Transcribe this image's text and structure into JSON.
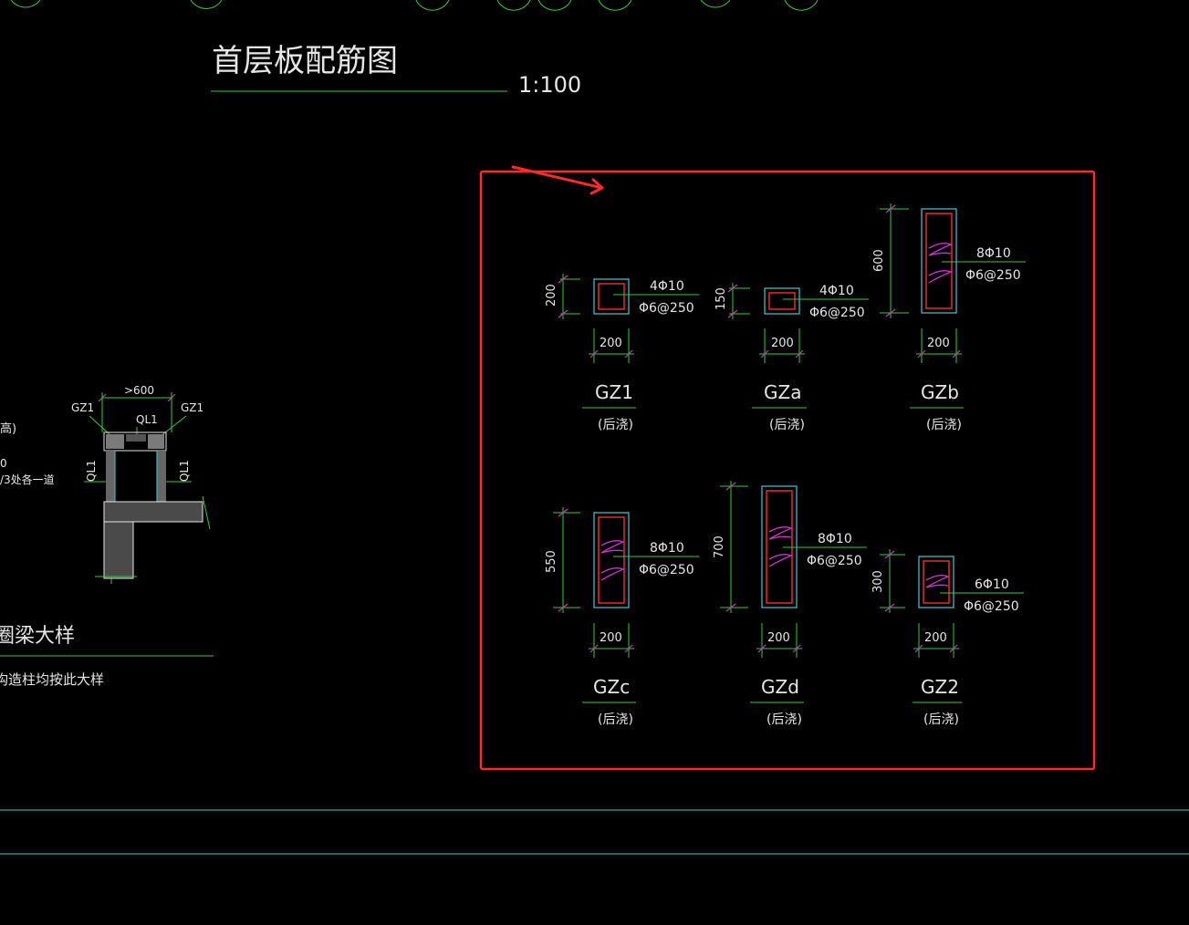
{
  "drawing": {
    "title": "首层板配筋图",
    "scale": "1:100"
  },
  "beam_detail": {
    "width_label": ">600",
    "label_gz1_left": "GZ1",
    "label_gz1_right": "GZ1",
    "label_ql1_top": "QL1",
    "label_ql1_left": "QL1",
    "label_ql1_right": "QL1",
    "title": "圈梁大样",
    "note": "构造柱均按此大样",
    "left_text_1": "高)",
    "left_text_2": "0",
    "left_text_3": "/3处各一道"
  },
  "columns": [
    {
      "name": "GZ1",
      "note": "(后浇)",
      "width": "200",
      "height": "200",
      "main_rebar": "4Φ10",
      "stirrup": "Φ6@250"
    },
    {
      "name": "GZa",
      "note": "(后浇)",
      "width": "200",
      "height": "150",
      "main_rebar": "4Φ10",
      "stirrup": "Φ6@250"
    },
    {
      "name": "GZb",
      "note": "(后浇)",
      "width": "200",
      "height": "600",
      "main_rebar": "8Φ10",
      "stirrup": "Φ6@250"
    },
    {
      "name": "GZc",
      "note": "(后浇)",
      "width": "200",
      "height": "550",
      "main_rebar": "8Φ10",
      "stirrup": "Φ6@250"
    },
    {
      "name": "GZd",
      "note": "(后浇)",
      "width": "200",
      "height": "700",
      "main_rebar": "8Φ10",
      "stirrup": "Φ6@250"
    },
    {
      "name": "GZ2",
      "note": "(后浇)",
      "width": "200",
      "height": "300",
      "main_rebar": "6Φ10",
      "stirrup": "Φ6@250"
    }
  ],
  "colors": {
    "background": "#000000",
    "dimension": "#33cc33",
    "outline": "#44c8d8",
    "rebar": "#ff2a2a",
    "stirrup": "#cc33cc",
    "highlight": "#ff2a2a"
  }
}
